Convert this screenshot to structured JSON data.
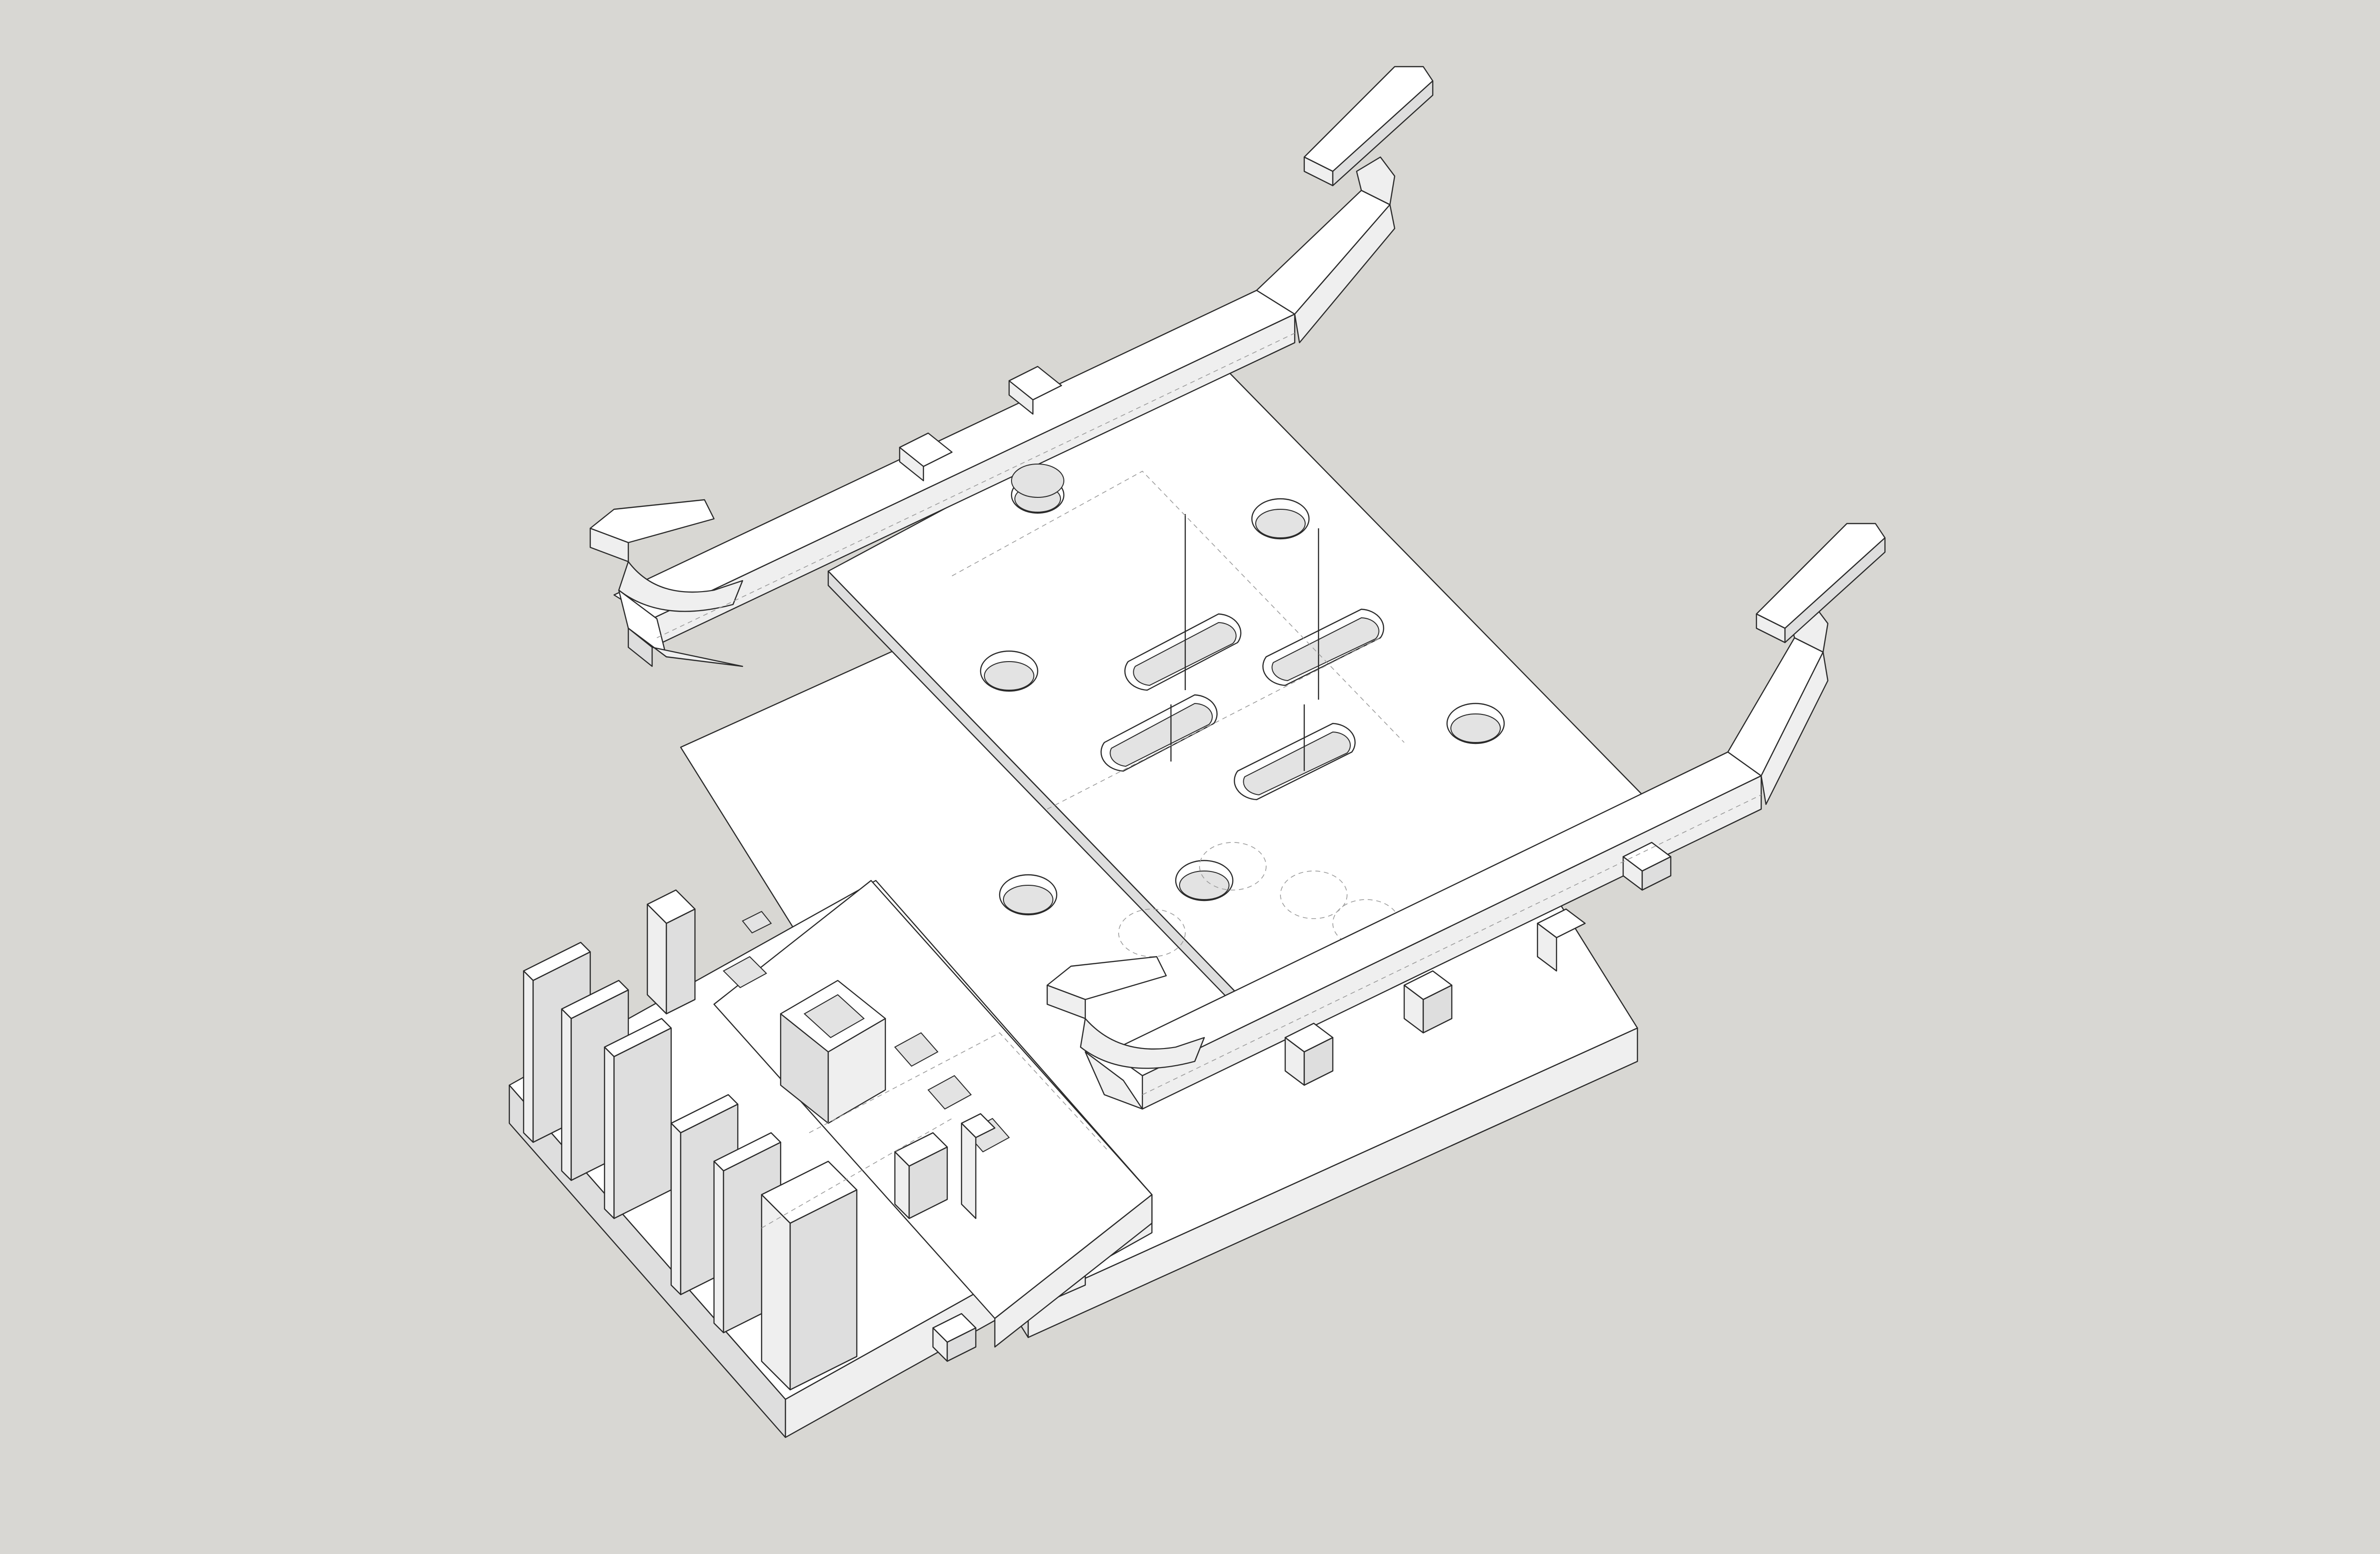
{
  "viewport": {
    "background": "#d8d7d3",
    "model_fill": "#ffffff",
    "edge_color": "#2a2a2a",
    "hidden_edge_color": "#9a9a9a"
  },
  "model": {
    "parts": [
      "bracket-clip-frame",
      "top-mounting-plate",
      "bottom-base-plate",
      "enclosure-block"
    ]
  }
}
